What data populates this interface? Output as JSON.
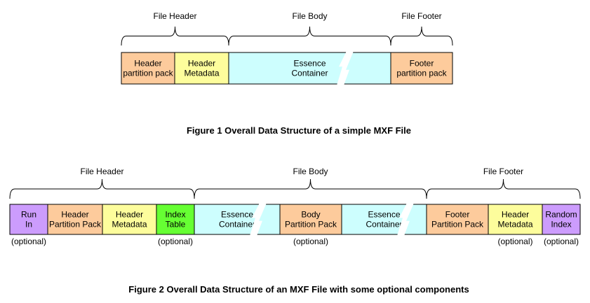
{
  "figure1": {
    "caption": "Figure 1 Overall Data Structure of a simple MXF File",
    "groups": {
      "header": "File Header",
      "body": "File Body",
      "footer": "File Footer"
    },
    "cells": [
      {
        "lines": [
          "Header",
          "partition pack"
        ],
        "color": "#fdcb9c"
      },
      {
        "lines": [
          "Header",
          "Metadata"
        ],
        "color": "#fdfd9c"
      },
      {
        "lines": [
          "Essence",
          "Container"
        ],
        "color": "#cdfefe"
      },
      {
        "lines": [
          "Footer",
          "partition pack"
        ],
        "color": "#fdcb9c"
      }
    ]
  },
  "figure2": {
    "caption": "Figure 2 Overall Data Structure of an MXF File with some optional components",
    "groups": {
      "header": "File Header",
      "body": "File Body",
      "footer": "File Footer"
    },
    "cells": [
      {
        "lines": [
          "Run",
          "In"
        ],
        "color": "#cc9cfd",
        "note": "(optional)"
      },
      {
        "lines": [
          "Header",
          "Partition Pack"
        ],
        "color": "#fdcb9c"
      },
      {
        "lines": [
          "Header",
          "Metadata"
        ],
        "color": "#fdfd9c"
      },
      {
        "lines": [
          "Index",
          "Table"
        ],
        "color": "#66ff33",
        "note": "(optional)"
      },
      {
        "lines": [
          "Essence",
          "Container"
        ],
        "color": "#cdfefe"
      },
      {
        "lines": [
          "Body",
          "Partition Pack"
        ],
        "color": "#fdcb9c",
        "note": "(optional)"
      },
      {
        "lines": [
          "Essence",
          "Container"
        ],
        "color": "#cdfefe"
      },
      {
        "lines": [
          "Footer",
          "Partition Pack"
        ],
        "color": "#fdcb9c"
      },
      {
        "lines": [
          "Header",
          "Metadata"
        ],
        "color": "#fdfd9c",
        "note": "(optional)"
      },
      {
        "lines": [
          "Random",
          "Index"
        ],
        "color": "#cc9cfd",
        "note": "(optional)"
      }
    ]
  }
}
